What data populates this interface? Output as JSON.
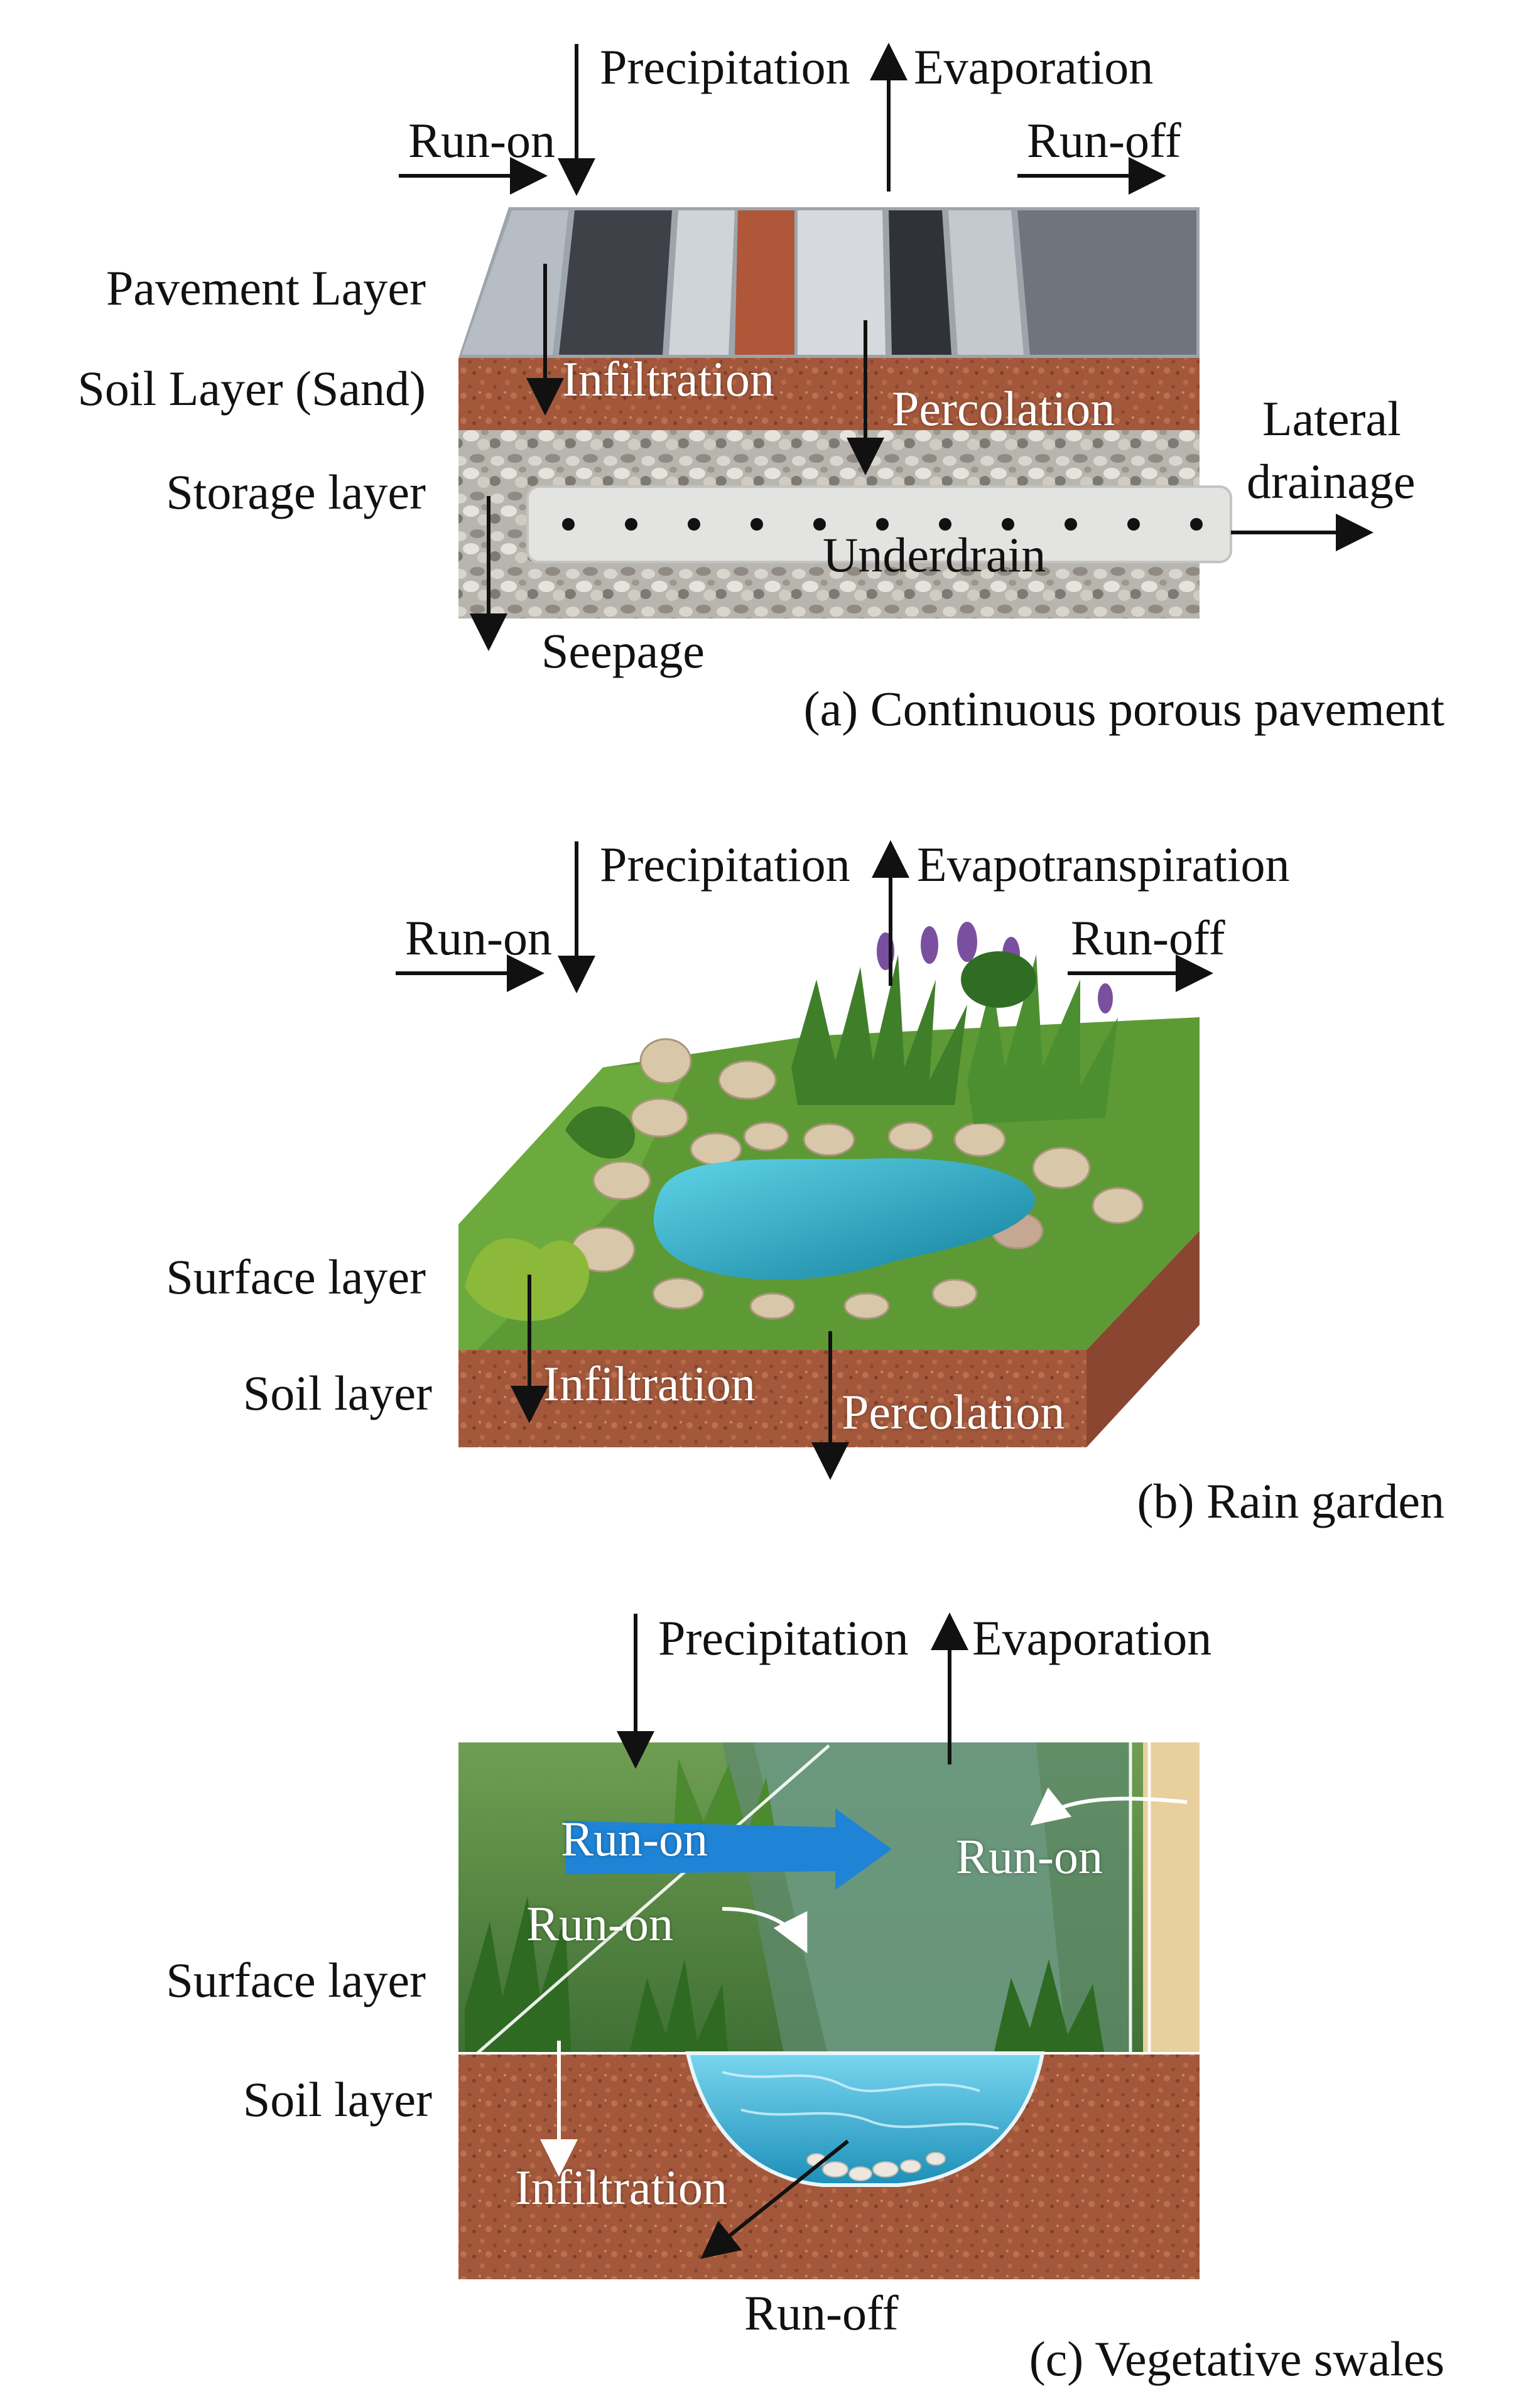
{
  "panel_a": {
    "labels": {
      "precipitation": "Precipitation",
      "evaporation": "Evaporation",
      "run_on": "Run-on",
      "run_off": "Run-off",
      "pavement_layer": "Pavement Layer",
      "soil_layer": "Soil Layer (Sand)",
      "storage_layer": "Storage layer",
      "infiltration": "Infiltration",
      "percolation": "Percolation",
      "lateral_drainage_1": "Lateral",
      "lateral_drainage_2": "drainage",
      "underdrain": "Underdrain",
      "seepage": "Seepage"
    },
    "caption": "(a) Continuous porous pavement"
  },
  "panel_b": {
    "labels": {
      "precipitation": "Precipitation",
      "evapotranspiration": "Evapotranspiration",
      "run_on": "Run-on",
      "run_off": "Run-off",
      "surface_layer": "Surface layer",
      "soil_layer": "Soil layer",
      "infiltration": "Infiltration",
      "percolation": "Percolation"
    },
    "caption": "(b) Rain garden"
  },
  "panel_c": {
    "labels": {
      "precipitation": "Precipitation",
      "evaporation": "Evaporation",
      "run_on_main": "Run-on",
      "run_on_right": "Run-on",
      "run_on_lower": "Run-on",
      "surface_layer": "Surface layer",
      "soil_layer": "Soil layer",
      "infiltration": "Infiltration",
      "run_off": "Run-off"
    },
    "caption": "(c) Vegetative swales"
  },
  "colors": {
    "soil": "#a0553a",
    "gravel": "#b9b6b0",
    "water": "#2aa7c4",
    "grass": "#4f8f2f",
    "arrow": "#111111",
    "blue_arrow": "#1f84d6"
  },
  "icons": [
    "arrow-down-icon",
    "arrow-up-icon",
    "arrow-right-icon"
  ]
}
